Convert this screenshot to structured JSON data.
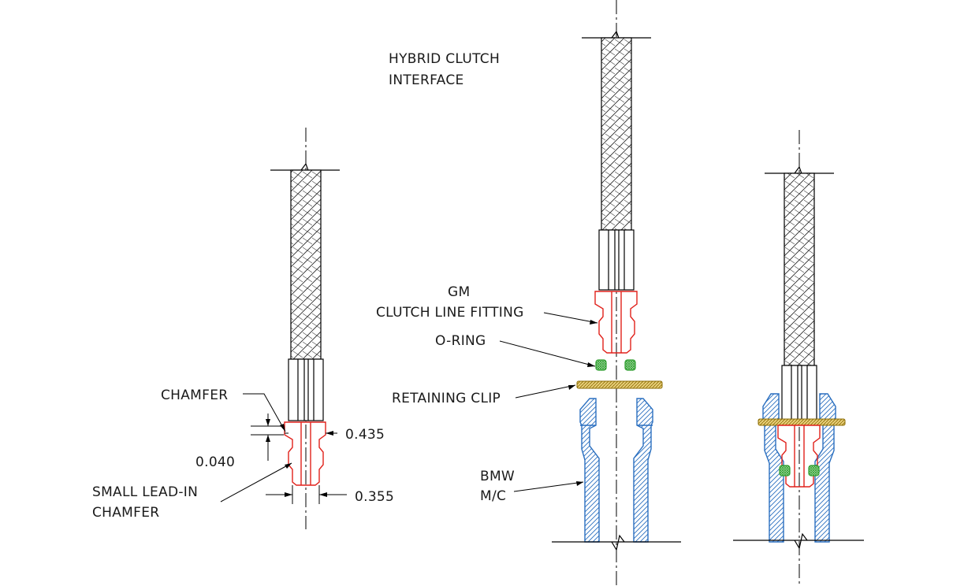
{
  "title": {
    "line1": "HYBRID CLUTCH",
    "line2": "INTERFACE"
  },
  "labels": {
    "gm_fitting_1": "GM",
    "gm_fitting_2": "CLUTCH LINE FITTING",
    "o_ring": "O-RING",
    "retaining_clip": "RETAINING CLIP",
    "bmw_1": "BMW",
    "bmw_2": "M/C",
    "chamfer": "CHAMFER",
    "lead_in_1": "SMALL LEAD-IN",
    "lead_in_2": "CHAMFER"
  },
  "dimensions": {
    "chamfer_depth": "0.040",
    "outer_diameter": "0.435",
    "tip_diameter": "0.355"
  },
  "colors": {
    "fitting": "#e0211b",
    "master_cylinder": "#2a6fc0",
    "o_ring": "#2e9e2e",
    "clip": "#c9a227"
  }
}
